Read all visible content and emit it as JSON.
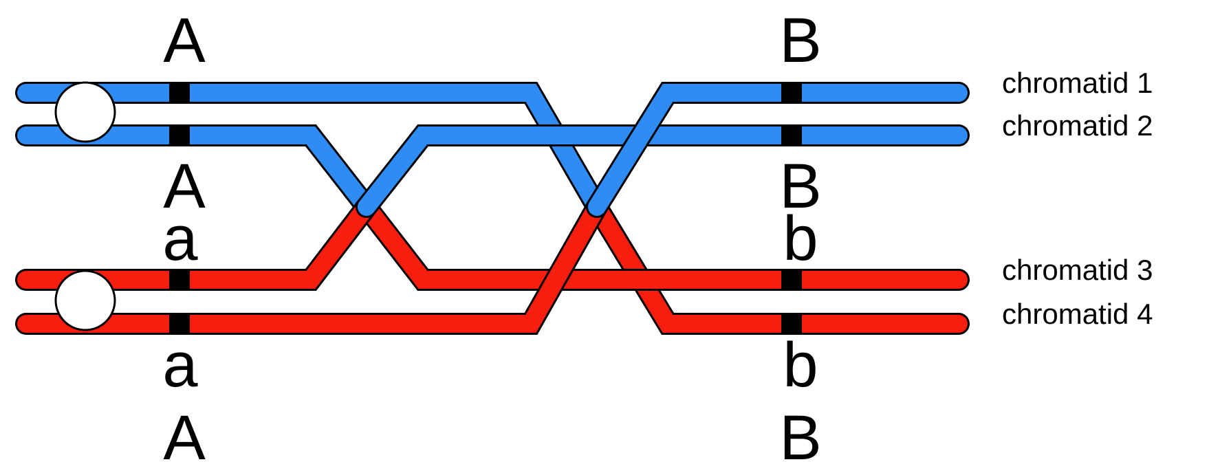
{
  "colors": {
    "blue": "#2E8CF4",
    "red": "#F51E0F",
    "outline": "#000000",
    "centromere": "#FFFFFF"
  },
  "chromatids": [
    {
      "label": "chromatid 1",
      "color": "blue"
    },
    {
      "label": "chromatid 2",
      "color": "blue"
    },
    {
      "label": "chromatid 3",
      "color": "red"
    },
    {
      "label": "chromatid 4",
      "color": "red"
    }
  ],
  "gene_labels": {
    "left_top": "A",
    "left_mid_upper": "A",
    "left_mid_lower": "a",
    "left_bottom": "a",
    "left_result": "A",
    "right_top": "B",
    "right_mid_upper": "B",
    "right_mid_lower": "b",
    "right_bottom": "b",
    "right_result": "B"
  }
}
